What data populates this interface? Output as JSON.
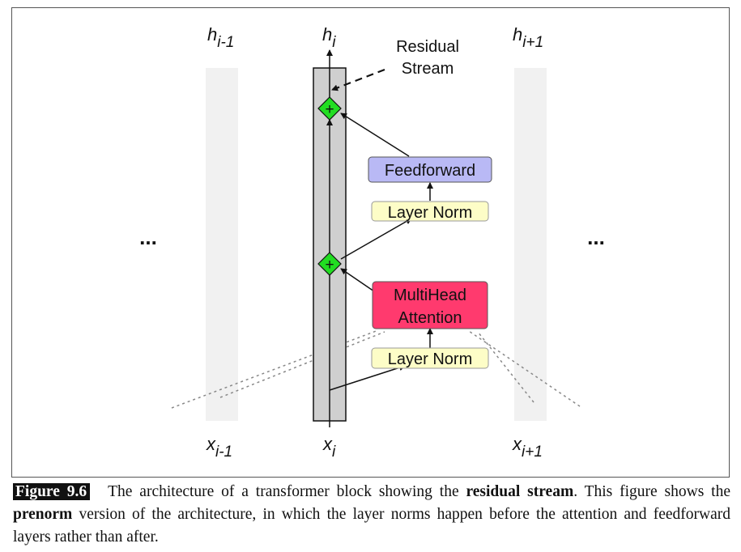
{
  "diagram": {
    "labels": {
      "h_left_base": "h",
      "h_left_sub": "i-1",
      "h_center_base": "h",
      "h_center_sub": "i",
      "h_right_base": "h",
      "h_right_sub": "i+1",
      "x_left_base": "x",
      "x_left_sub": "i-1",
      "x_center_base": "x",
      "x_center_sub": "i",
      "x_right_base": "x",
      "x_right_sub": "i+1",
      "residual_line1": "Residual",
      "residual_line2": "Stream",
      "ellipsis_left": "...",
      "ellipsis_right": "...",
      "plus": "+"
    },
    "boxes": {
      "feedforward": "Feedforward",
      "layernorm_top": "Layer Norm",
      "attention_line1": "MultiHead",
      "attention_line2": "Attention",
      "layernorm_bottom": "Layer Norm"
    },
    "colors": {
      "stream": "#cfcfcf",
      "side_stream": "#f1f1f1",
      "feedforward": "#b9b9f5",
      "layernorm": "#fdfdc7",
      "attention": "#ff3a6e",
      "plus_node": "#22dd22"
    }
  },
  "caption": {
    "figure_label": "Figure 9.6",
    "text_1": "The architecture of a transformer block showing the ",
    "bold_1": "residual stream",
    "text_2": ". This figure shows the ",
    "bold_2": "prenorm",
    "text_3": " version of the architecture, in which the layer norms happen before the attention and feedforward layers rather than after."
  }
}
